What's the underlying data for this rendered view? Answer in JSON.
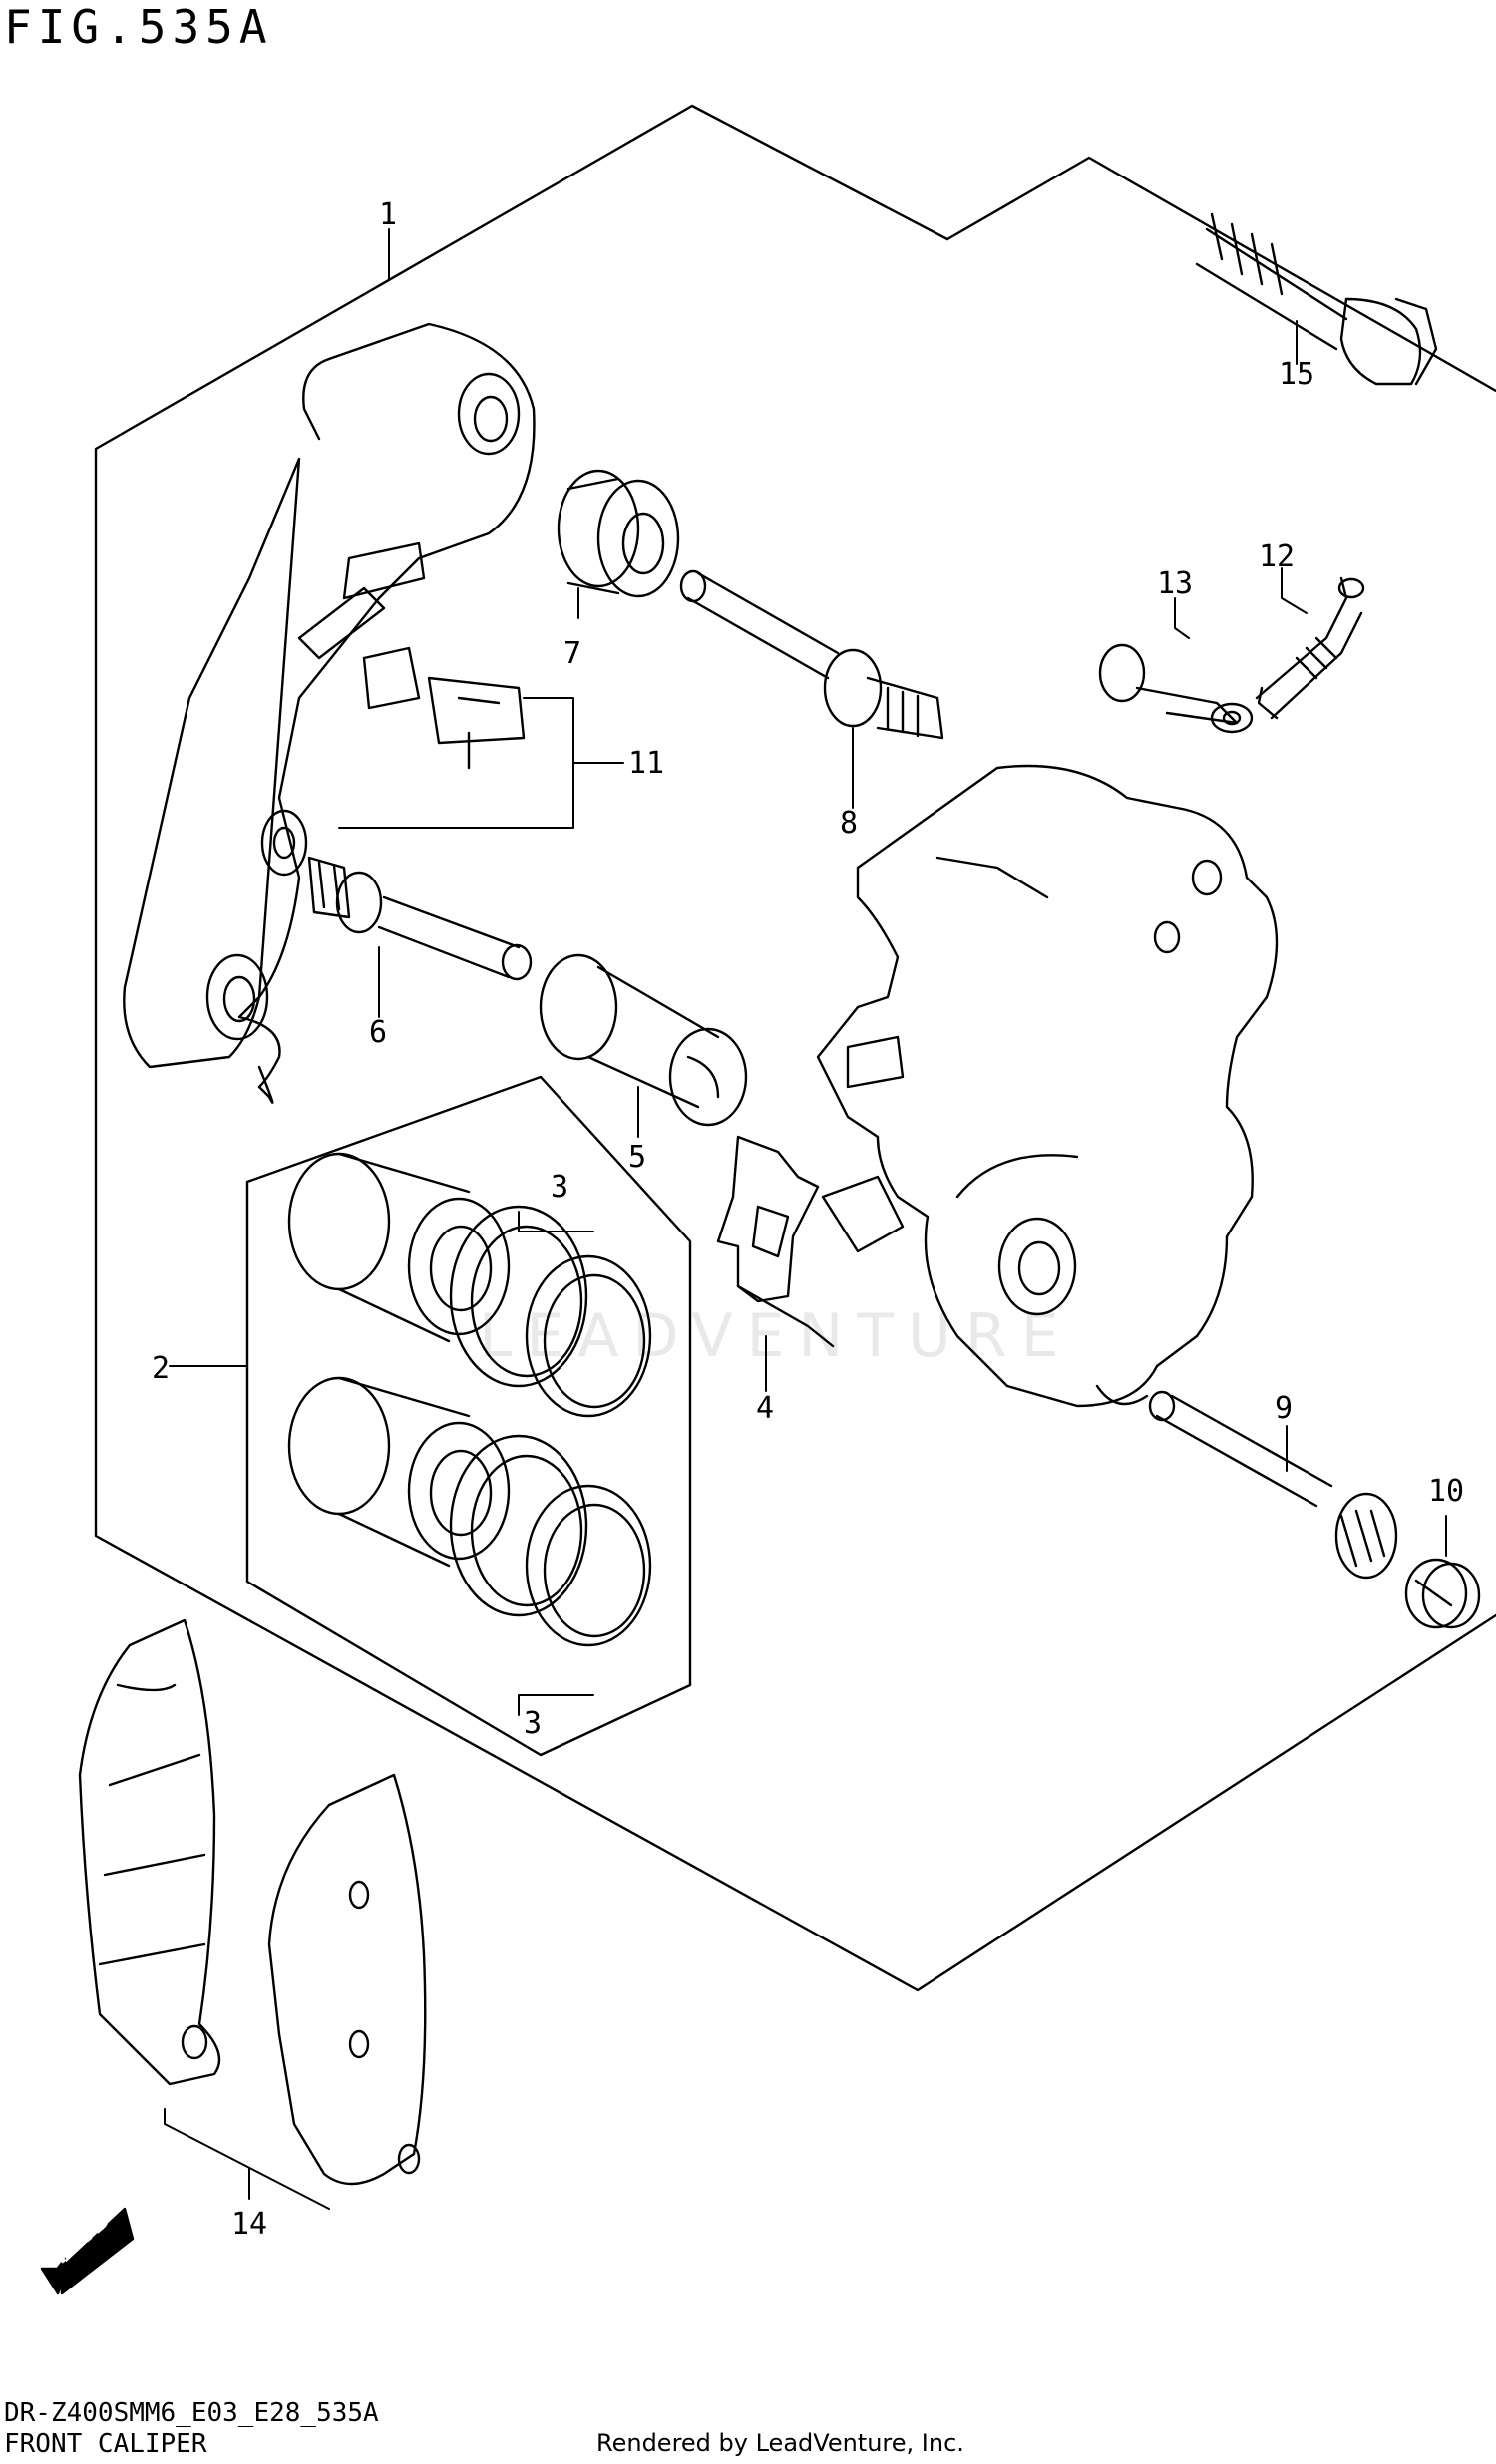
{
  "figure": {
    "title": "FIG.535A"
  },
  "callouts": [
    {
      "id": "c1",
      "text": "1"
    },
    {
      "id": "c2",
      "text": "2"
    },
    {
      "id": "c3a",
      "text": "3"
    },
    {
      "id": "c3b",
      "text": "3"
    },
    {
      "id": "c4",
      "text": "4"
    },
    {
      "id": "c5",
      "text": "5"
    },
    {
      "id": "c6",
      "text": "6"
    },
    {
      "id": "c7",
      "text": "7"
    },
    {
      "id": "c8",
      "text": "8"
    },
    {
      "id": "c9",
      "text": "9"
    },
    {
      "id": "c10",
      "text": "10"
    },
    {
      "id": "c11",
      "text": "11"
    },
    {
      "id": "c12",
      "text": "12"
    },
    {
      "id": "c13",
      "text": "13"
    },
    {
      "id": "c14",
      "text": "14"
    },
    {
      "id": "c15",
      "text": "15"
    }
  ],
  "fwd_label": "FWD",
  "watermark": "LEADVENTURE",
  "footer": {
    "model_code": "DR-Z400SMM6_E03_E28_535A",
    "section_name": "FRONT CALIPER",
    "rendered_by": "Rendered by LeadVenture, Inc."
  }
}
